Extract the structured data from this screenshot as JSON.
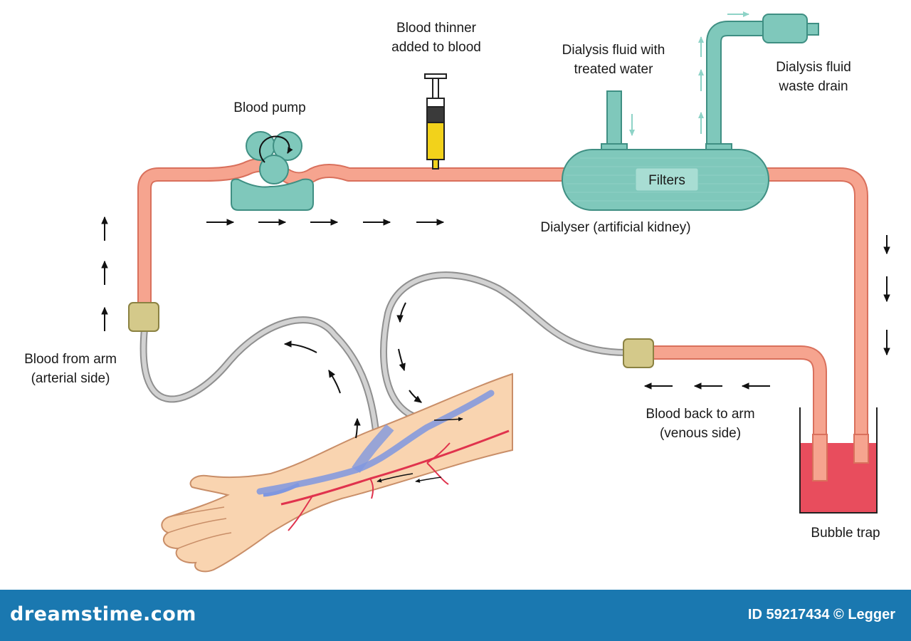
{
  "labels": {
    "blood_pump": "Blood pump",
    "blood_thinner": [
      "Blood thinner",
      "added to blood"
    ],
    "dialysis_fluid_in": [
      "Dialysis fluid with",
      "treated water"
    ],
    "dialysis_fluid_drain": [
      "Dialysis fluid",
      "waste drain"
    ],
    "filters": "Filters",
    "dialyser": "Dialyser (artificial kidney)",
    "blood_from_arm": [
      "Blood from arm",
      "(arterial side)"
    ],
    "blood_back_to_arm": [
      "Blood back to arm",
      "(venous side)"
    ],
    "bubble_trap": "Bubble trap"
  },
  "footer": {
    "brand": "dreamstime.com",
    "credit": "ID 59217434 © Legger"
  },
  "colors": {
    "tube_red": "#f49a85",
    "tube_outline": "#d9705c",
    "dialyser_teal": "#6cc1b2",
    "teal_outline": "#3f8f83",
    "grey_tube": "#c8c8c8",
    "connector": "#d4c98a",
    "syringe_fluid": "#f2d21b",
    "bubble_trap_blood": "#e84d5d",
    "skin": "#f9d4b0",
    "vein": "#8fa6e6",
    "artery": "#e0334d",
    "footer_bg": "#1a78b0"
  }
}
